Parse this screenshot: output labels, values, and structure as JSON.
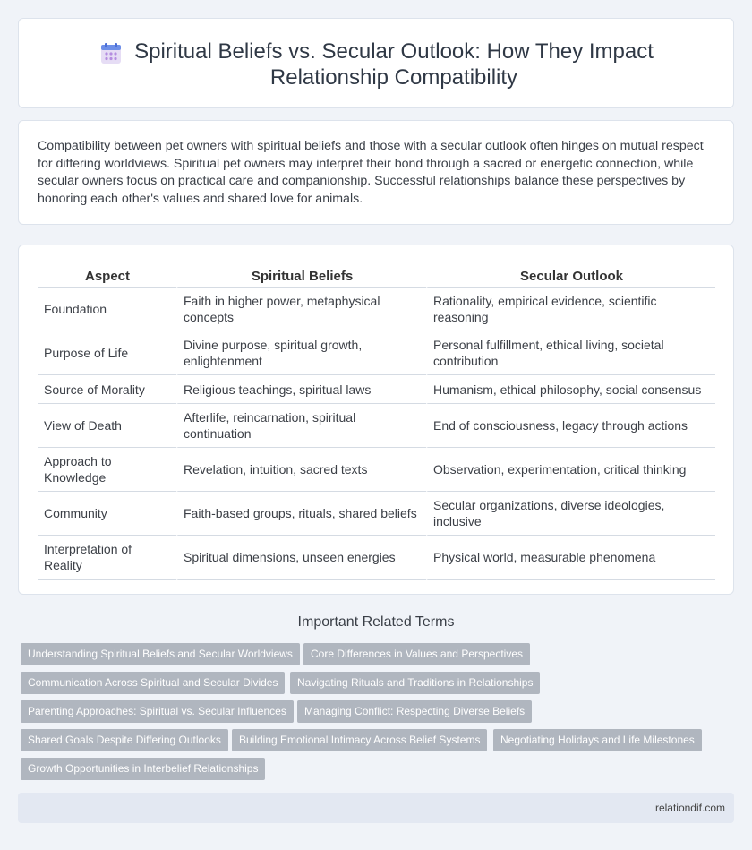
{
  "header": {
    "title": "Spiritual Beliefs vs. Secular Outlook: How They Impact Relationship Compatibility",
    "icon": "calendar-icon"
  },
  "intro": {
    "text": "Compatibility between pet owners with spiritual beliefs and those with a secular outlook often hinges on mutual respect for differing worldviews. Spiritual pet owners may interpret their bond through a sacred or energetic connection, while secular owners focus on practical care and companionship. Successful relationships balance these perspectives by honoring each other's values and shared love for animals."
  },
  "table": {
    "headers": [
      "Aspect",
      "Spiritual Beliefs",
      "Secular Outlook"
    ],
    "rows": [
      [
        "Foundation",
        "Faith in higher power, metaphysical concepts",
        "Rationality, empirical evidence, scientific reasoning"
      ],
      [
        "Purpose of Life",
        "Divine purpose, spiritual growth, enlightenment",
        "Personal fulfillment, ethical living, societal contribution"
      ],
      [
        "Source of Morality",
        "Religious teachings, spiritual laws",
        "Humanism, ethical philosophy, social consensus"
      ],
      [
        "View of Death",
        "Afterlife, reincarnation, spiritual continuation",
        "End of consciousness, legacy through actions"
      ],
      [
        "Approach to Knowledge",
        "Revelation, intuition, sacred texts",
        "Observation, experimentation, critical thinking"
      ],
      [
        "Community",
        "Faith-based groups, rituals, shared beliefs",
        "Secular organizations, diverse ideologies, inclusive"
      ],
      [
        "Interpretation of Reality",
        "Spiritual dimensions, unseen energies",
        "Physical world, measurable phenomena"
      ]
    ]
  },
  "related": {
    "title": "Important Related Terms",
    "tags": [
      "Understanding Spiritual Beliefs and Secular Worldviews",
      "Core Differences in Values and Perspectives",
      "Communication Across Spiritual and Secular Divides",
      "Navigating Rituals and Traditions in Relationships",
      "Parenting Approaches: Spiritual vs. Secular Influences",
      "Managing Conflict: Respecting Diverse Beliefs",
      "Shared Goals Despite Differing Outlooks",
      "Building Emotional Intimacy Across Belief Systems",
      "Negotiating Holidays and Life Milestones",
      "Growth Opportunities in Interbelief Relationships"
    ]
  },
  "footer": {
    "site": "relationdif.com"
  }
}
